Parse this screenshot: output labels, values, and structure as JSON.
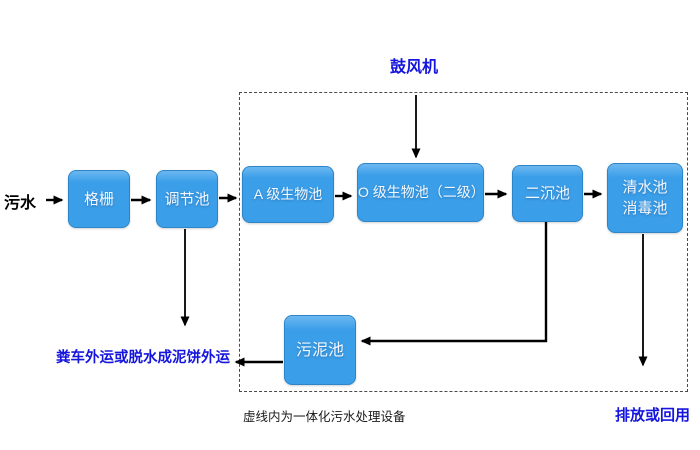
{
  "diagram": {
    "title_implicit": "",
    "source_label": "污水",
    "blower_label": "鼓风机",
    "nodes": {
      "grid": "格栅",
      "regulating": "调节池",
      "a_bio": "A 级生物池",
      "o_bio": "O 级生物池（二级）",
      "secondary": "二沉池",
      "clear": "清水池\n消毒池",
      "sludge": "污泥池"
    },
    "outputs": {
      "sludge_out": "粪车外运或脱水成泥饼外运",
      "discharge": "排放或回用"
    },
    "caption": "虚线内为一体化污水处理设备",
    "colors": {
      "node_fill": "#3b9ee8",
      "node_border": "#2d85c9",
      "label_blue": "#1515dd",
      "arrow": "#000000",
      "dashed_border": "#4a4a4a"
    }
  }
}
